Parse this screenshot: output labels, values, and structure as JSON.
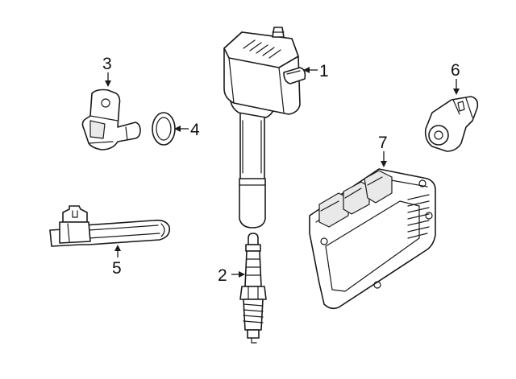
{
  "callouts": [
    {
      "id": "1",
      "label": "1"
    },
    {
      "id": "2",
      "label": "2"
    },
    {
      "id": "3",
      "label": "3"
    },
    {
      "id": "4",
      "label": "4"
    },
    {
      "id": "5",
      "label": "5"
    },
    {
      "id": "6",
      "label": "6"
    },
    {
      "id": "7",
      "label": "7"
    }
  ],
  "parts": [
    {
      "callout": "1",
      "icon": "ignition-coil-icon"
    },
    {
      "callout": "2",
      "icon": "spark-plug-icon"
    },
    {
      "callout": "3",
      "icon": "camshaft-position-sensor-icon"
    },
    {
      "callout": "4",
      "icon": "o-ring-icon"
    },
    {
      "callout": "5",
      "icon": "crankshaft-position-sensor-icon"
    },
    {
      "callout": "6",
      "icon": "knock-sensor-icon"
    },
    {
      "callout": "7",
      "icon": "engine-control-module-icon"
    }
  ],
  "colors": {
    "line": "#1a1a1a",
    "background": "#ffffff"
  }
}
